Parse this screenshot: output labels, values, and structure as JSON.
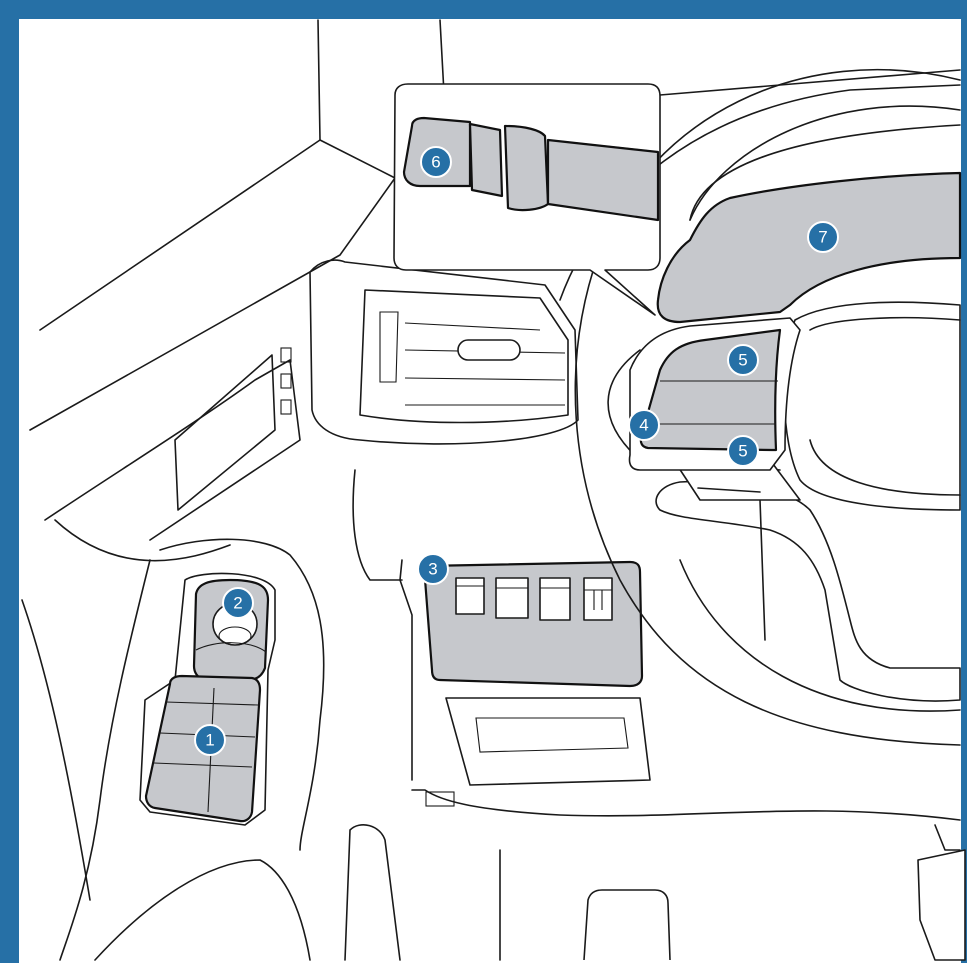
{
  "colors": {
    "frame": "#2670a6",
    "callout_fill": "#2670a6",
    "callout_text": "#ffffff",
    "highlight_fill": "#c6c8cc"
  },
  "callouts": [
    {
      "id": "window-switch-panel",
      "label": "1"
    },
    {
      "id": "mirror-control-knob",
      "label": "2"
    },
    {
      "id": "lower-switch-panel",
      "label": "3"
    },
    {
      "id": "steering-switch-center",
      "label": "4"
    },
    {
      "id": "steering-switch-upper",
      "label": "5"
    },
    {
      "id": "steering-switch-lower",
      "label": "5"
    },
    {
      "id": "wiper-stalk",
      "label": "6"
    },
    {
      "id": "instrument-cluster",
      "label": "7"
    }
  ],
  "icons": [
    "dashboard-line-art",
    "steering-wheel-icon",
    "air-vent-icon"
  ]
}
